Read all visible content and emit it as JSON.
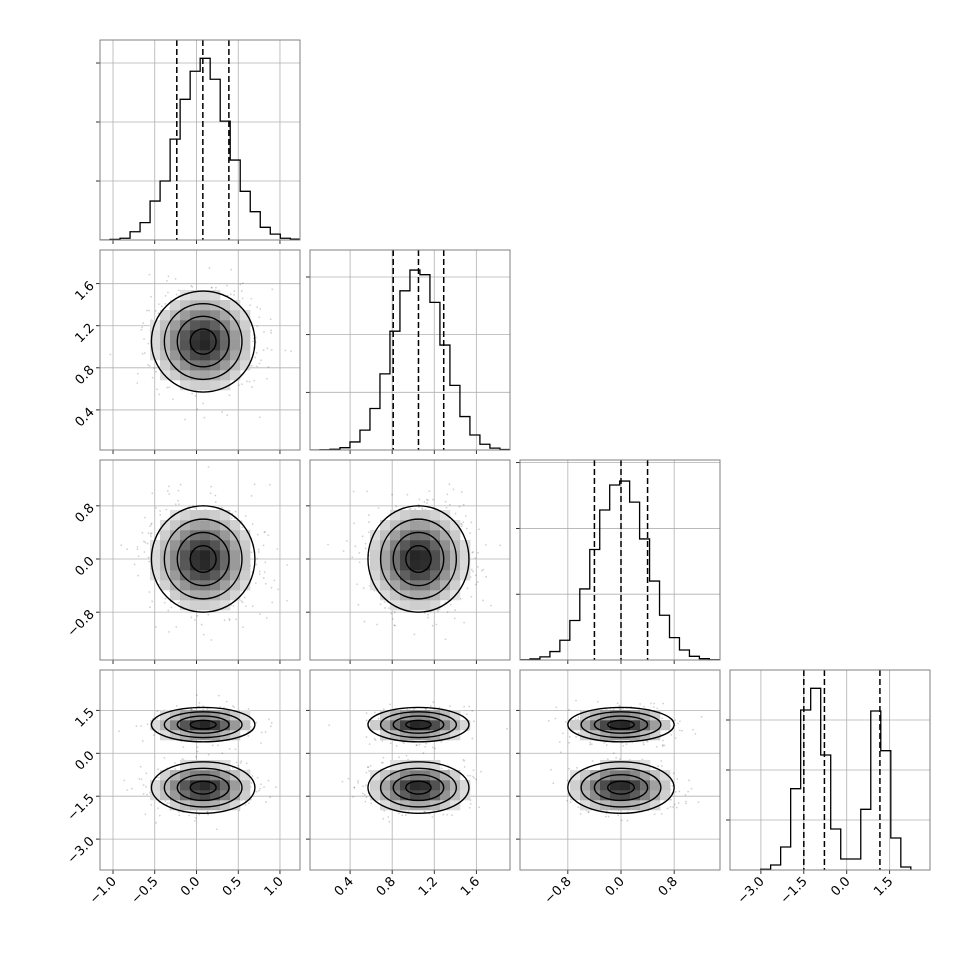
{
  "chart_data": {
    "type": "corner",
    "title": "",
    "grid": true,
    "parameters": [
      {
        "mean": 0.08,
        "sd": 0.31,
        "range": [
          -1.156,
          1.24
        ],
        "ticks": [
          -1.0,
          -0.5,
          0.0,
          0.5,
          1.0
        ],
        "tick_labels": [
          "−1.0",
          "−0.5",
          "0.0",
          "0.5",
          "1.0"
        ],
        "quantiles": [
          -0.236,
          0.076,
          0.388
        ],
        "hist": {
          "bin_start": -1.156,
          "bin_width": 0.12,
          "counts": [
            0,
            2,
            6,
            28,
            59,
            132,
            200,
            342,
            477,
            572,
            616,
            545,
            403,
            271,
            165,
            96,
            43,
            20,
            6,
            3
          ],
          "ylim": [
            0,
            678
          ],
          "yticks": [
            200,
            400,
            600
          ]
        }
      },
      {
        "mean": 1.05,
        "sd": 0.24,
        "range": [
          0.019,
          1.92
        ],
        "ticks": [
          0.4,
          0.8,
          1.2,
          1.6
        ],
        "tick_labels": [
          "0.4",
          "0.8",
          "1.2",
          "1.6"
        ],
        "quantiles": [
          0.81,
          1.05,
          1.29
        ],
        "hist": {
          "bin_start": 0.019,
          "bin_width": 0.095,
          "counts": [
            0,
            1,
            3,
            10,
            35,
            86,
            180,
            330,
            515,
            690,
            780,
            760,
            640,
            455,
            280,
            145,
            65,
            25,
            8,
            2
          ],
          "ylim": [
            0,
            867
          ],
          "yticks": [
            250,
            500,
            750
          ]
        }
      },
      {
        "mean": 0.0,
        "sd": 0.4,
        "range": [
          -1.52,
          1.49
        ],
        "ticks": [
          -0.8,
          0.0,
          0.8
        ],
        "tick_labels": [
          "−0.8",
          "0.0",
          "0.8"
        ],
        "quantiles": [
          -0.4,
          0.0,
          0.4
        ],
        "hist": {
          "bin_start": -1.52,
          "bin_width": 0.15,
          "counts": [
            1,
            4,
            12,
            32,
            75,
            150,
            270,
            420,
            570,
            665,
            680,
            600,
            460,
            300,
            170,
            85,
            38,
            14,
            5,
            1
          ],
          "ylim": [
            0,
            760
          ],
          "yticks": [
            250,
            500,
            750
          ]
        }
      },
      {
        "mixture": [
          {
            "mean": -1.2,
            "sd": 0.45,
            "weight": 0.6
          },
          {
            "mean": 1.0,
            "sd": 0.3,
            "weight": 0.4
          }
        ],
        "range": [
          -4.08,
          2.91
        ],
        "ticks": [
          -3.0,
          -1.5,
          0.0,
          1.5
        ],
        "tick_labels": [
          "−3.0",
          "−1.5",
          "0.0",
          "1.5"
        ],
        "quantiles": [
          -1.5,
          -0.78,
          1.16
        ],
        "hist": {
          "bin_start": -3.01,
          "bin_width": 0.35,
          "counts": [
            2,
            15,
            69,
            244,
            480,
            545,
            345,
            123,
            33,
            33,
            182,
            477,
            358,
            96,
            9
          ],
          "ylim": [
            0,
            600
          ],
          "yticks": [
            150,
            300,
            450
          ]
        }
      }
    ],
    "contour_levels_sigma": [
      0.5,
      1.0,
      1.5,
      2.0
    ]
  }
}
